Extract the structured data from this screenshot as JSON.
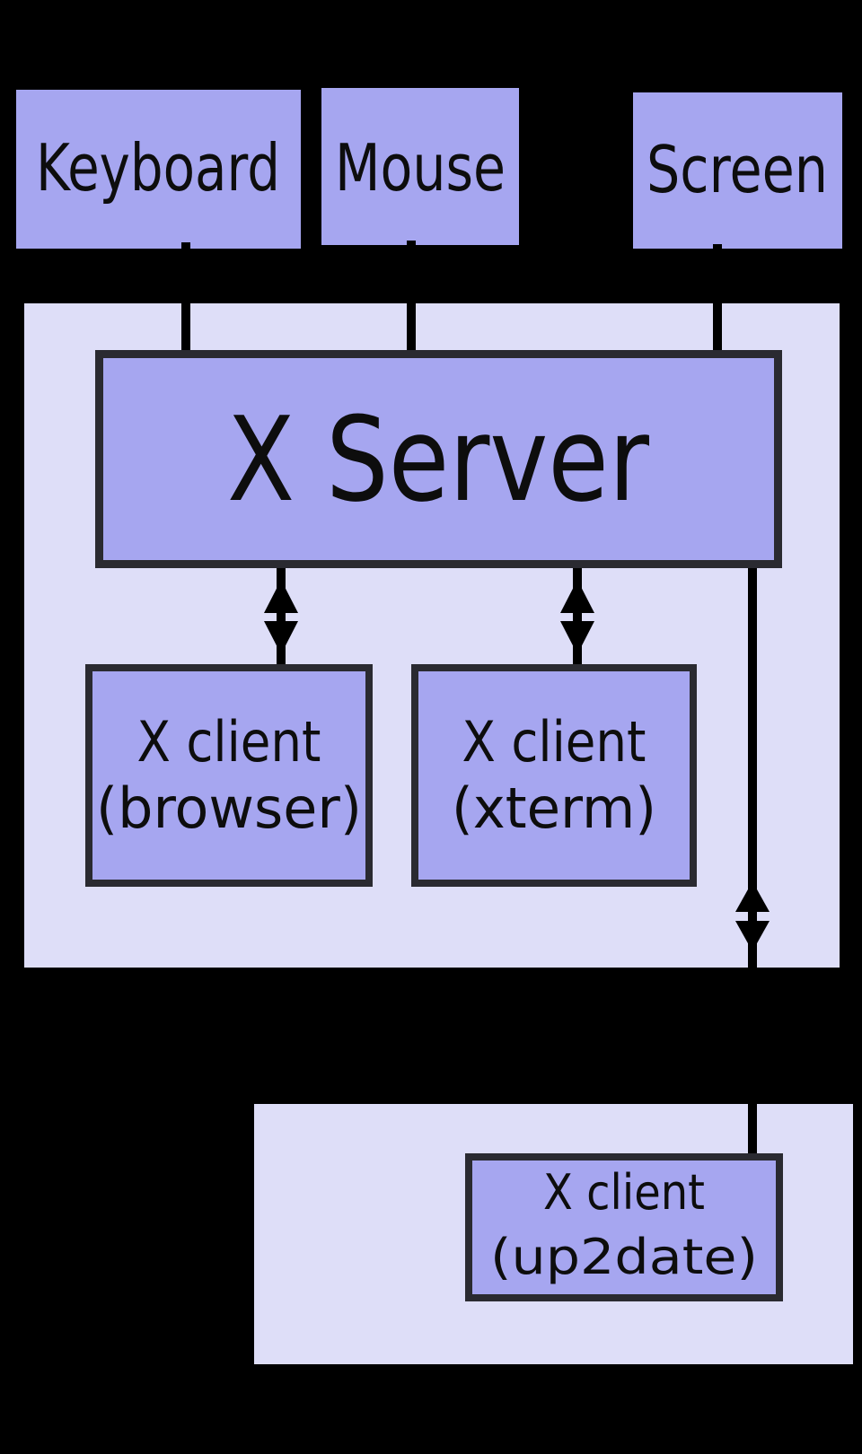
{
  "colors": {
    "background": "#000000",
    "box_fill": "#a6a6f0",
    "container_fill": "#dedef8",
    "border": "#2a2a31",
    "connector": "#000000",
    "text": "#0d0d0d"
  },
  "devices": [
    {
      "label": "Keyboard"
    },
    {
      "label": "Mouse"
    },
    {
      "label": "Screen"
    }
  ],
  "server": {
    "label": "X Server"
  },
  "clients": [
    {
      "line1": "X client",
      "line2": "(browser)"
    },
    {
      "line1": "X client",
      "line2": "(xterm)"
    },
    {
      "line1": "X client",
      "line2": "(up2date)"
    }
  ]
}
